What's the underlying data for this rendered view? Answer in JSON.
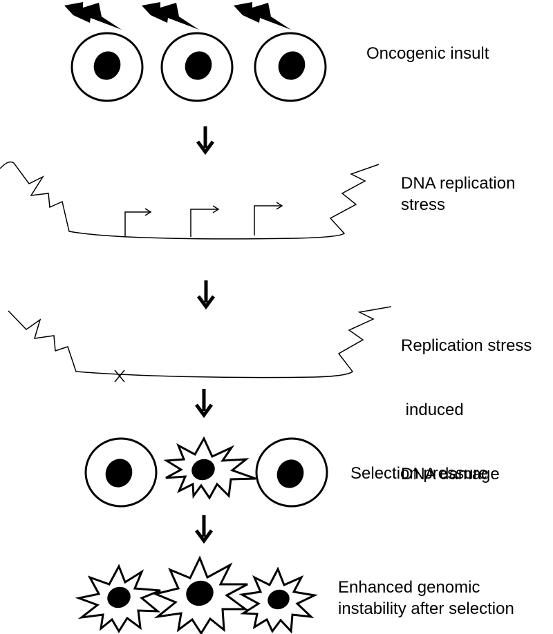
{
  "colors": {
    "ink": "#000000",
    "background": "#ffffff"
  },
  "stages": [
    {
      "id": "oncogenic-insult",
      "lines": [
        "Oncogenic insult"
      ]
    },
    {
      "id": "dna-replication-stress",
      "lines": [
        "DNA replication",
        "stress"
      ]
    },
    {
      "id": "replication-stress-damage",
      "lines": [
        "Replication stress",
        " induced",
        "DNA damage"
      ]
    },
    {
      "id": "selection-pressure",
      "lines": [
        "Selection pressure"
      ]
    },
    {
      "id": "enhanced-instability",
      "lines": [
        "Enhanced genomic",
        "instability after selection"
      ]
    }
  ],
  "icons": {
    "insult": "lightning-bolt-icon",
    "normal_cell": "normal-cell-icon",
    "damaged_cell": "spiky-damaged-cell-icon",
    "origin": "replication-origin-arrow-icon",
    "damage_site": "dna-damage-cross-icon",
    "step": "down-arrow-icon"
  }
}
